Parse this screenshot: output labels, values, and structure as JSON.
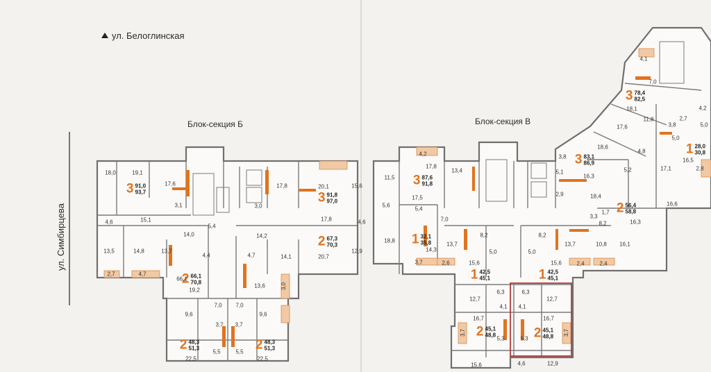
{
  "streets": {
    "north": "ул. Белоглинская",
    "west": "ул. Симбирцева"
  },
  "sections": {
    "b": "Блок-секция Б",
    "v": "Блок-секция В"
  },
  "apartments": [
    {
      "rooms": "3",
      "total": "91,0",
      "full": "93,7"
    },
    {
      "rooms": "3",
      "total": "91,8",
      "full": "97,0"
    },
    {
      "rooms": "2",
      "total": "67,3",
      "full": "70,3"
    },
    {
      "rooms": "2",
      "total": "66,1",
      "full": "70,8"
    },
    {
      "rooms": "2",
      "total": "48,3",
      "full": "51,3"
    },
    {
      "rooms": "2",
      "total": "48,3",
      "full": "51,3"
    },
    {
      "rooms": "3",
      "total": "87,6",
      "full": "91,8"
    },
    {
      "rooms": "1",
      "total": "32,1",
      "full": "35,8"
    },
    {
      "rooms": "1",
      "total": "42,5",
      "full": "45,1"
    },
    {
      "rooms": "1",
      "total": "42,5",
      "full": "45,1"
    },
    {
      "rooms": "2",
      "total": "45,1",
      "full": "48,8"
    },
    {
      "rooms": "2",
      "total": "45,1",
      "full": "48,8"
    },
    {
      "rooms": "3",
      "total": "83,1",
      "full": "86,9"
    },
    {
      "rooms": "2",
      "total": "56,4",
      "full": "58,8"
    },
    {
      "rooms": "3",
      "total": "78,4",
      "full": "82,5"
    },
    {
      "rooms": "1",
      "total": "28,0",
      "full": "30,8"
    }
  ],
  "room_areas": [
    "18,0",
    "19,1",
    "17,6",
    "3,1",
    "15,1",
    "4,6",
    "13,5",
    "14,8",
    "13,7",
    "14,0",
    "4,4",
    "2,7",
    "4,7",
    "66,1",
    "19,2",
    "9,6",
    "7,0",
    "3,7",
    "5,5",
    "22,5",
    "17,8",
    "3,0",
    "20,1",
    "15,6",
    "17,8",
    "4,6",
    "14,2",
    "4,7",
    "14,1",
    "20,7",
    "12,9",
    "13,6",
    "3,0",
    "7,0",
    "9,6",
    "3,7",
    "5,5",
    "22,5",
    "11,5",
    "5,6",
    "18,8",
    "17,8",
    "4,2",
    "13,4",
    "17,5",
    "5,4",
    "5,4",
    "7,0",
    "14,3",
    "3,7",
    "2,6",
    "13,7",
    "8,2",
    "5,0",
    "15,6",
    "12,7",
    "16,7",
    "6,3",
    "4,1",
    "5,3",
    "3,7",
    "15,6",
    "4,6",
    "12,9",
    "5,1",
    "2,9",
    "16,3",
    "18,6",
    "3,8",
    "18,4",
    "17,1",
    "16,6",
    "16,3",
    "1,7",
    "3,3",
    "8,2",
    "8,2",
    "5,0",
    "13,7",
    "10,8",
    "16,1",
    "15,6",
    "2,4",
    "2,4",
    "6,3",
    "12,7",
    "16,7",
    "4,1",
    "5,3",
    "3,7",
    "7,0",
    "18,1",
    "11,8",
    "2,7",
    "3,8",
    "5,0",
    "17,6",
    "4,8",
    "5,2",
    "16,5",
    "2,8",
    "4,1",
    "4,2",
    "5,0"
  ]
}
